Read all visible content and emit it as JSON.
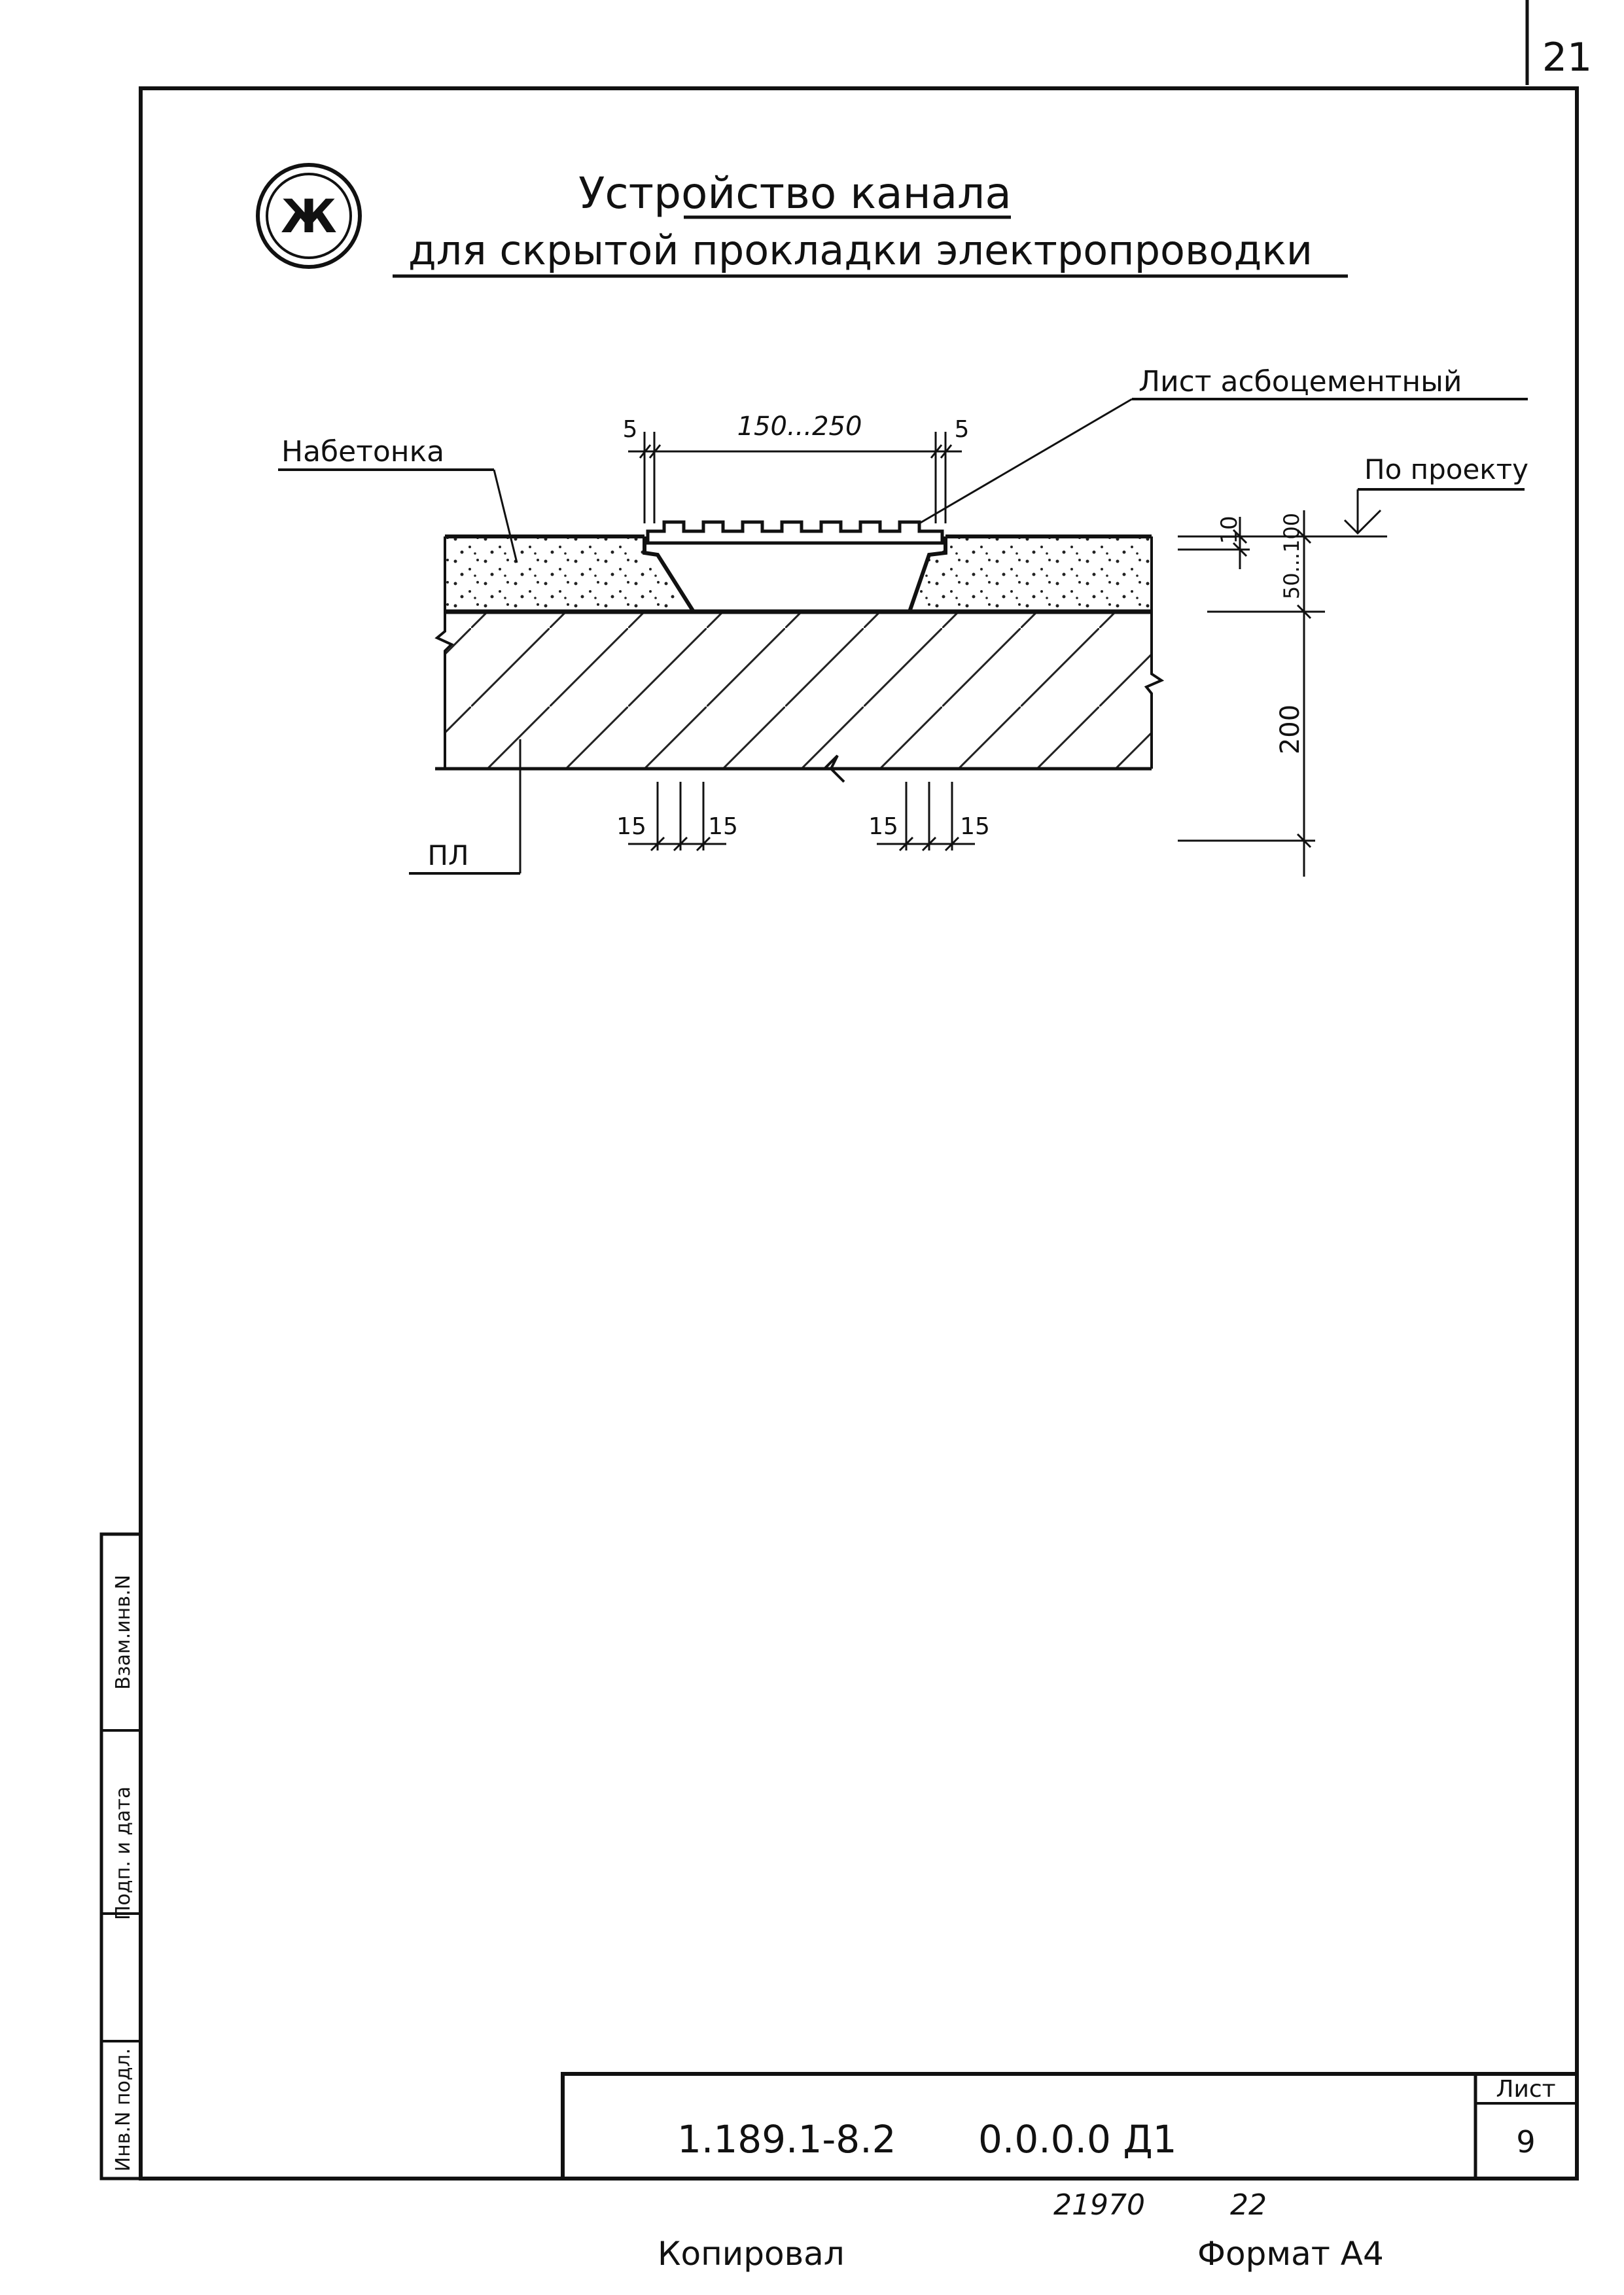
{
  "sheet_corner_number": "21",
  "marker_letter": "Ж",
  "title_line1": "Устройство канала",
  "title_line2": "для скрытой прокладки электропроводки",
  "labels": {
    "concrete_topping": "Набетонка",
    "asbestos_sheet": "Лист асбоцементный",
    "per_project": "По проекту",
    "slab": "ПЛ"
  },
  "dimensions": {
    "gap_left": "5",
    "channel_width": "150...250",
    "gap_right": "5",
    "sheet_thickness": "10",
    "topping_thickness": "50...100",
    "slab_thickness": "200",
    "tick_left_a": "15",
    "tick_left_b": "15",
    "tick_right_a": "15",
    "tick_right_b": "15"
  },
  "side_stamp": {
    "cells": [
      "Инв.N подл.",
      "Подп. и дата",
      "Взам.инв.N"
    ]
  },
  "title_block": {
    "code": "1.189.1-8.2",
    "code_suffix": "0.0.0.0 Д1",
    "sheet_label": "Лист",
    "sheet_number": "9"
  },
  "footer": {
    "number_a": "21970",
    "number_b": "22",
    "copied": "Копировал",
    "format": "Формат А4"
  }
}
